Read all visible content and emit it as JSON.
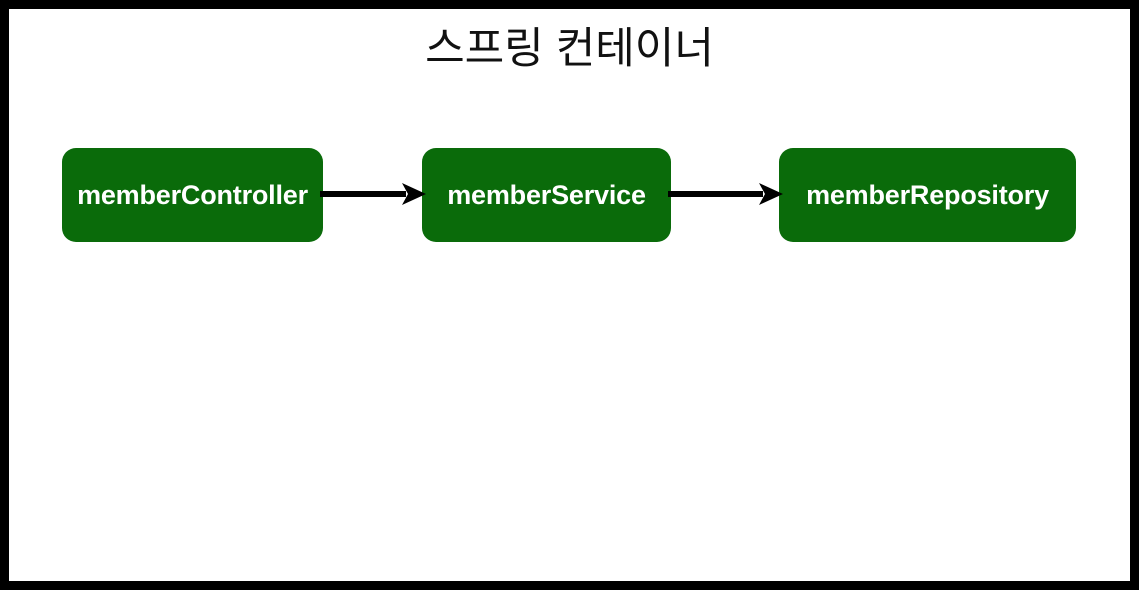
{
  "diagram": {
    "title": "스프링 컨테이너",
    "background_color": "#ffffff",
    "frame_color": "#000000",
    "node_fill_color": "#0a6b0a",
    "node_text_color": "#ffffff",
    "arrow_color": "#000000",
    "nodes": [
      {
        "id": "memberController",
        "label": "memberController"
      },
      {
        "id": "memberService",
        "label": "memberService"
      },
      {
        "id": "memberRepository",
        "label": "memberRepository"
      }
    ],
    "edges": [
      {
        "from": "memberController",
        "to": "memberService",
        "style": "solid-arrow"
      },
      {
        "from": "memberService",
        "to": "memberRepository",
        "style": "solid-arrow"
      }
    ]
  }
}
